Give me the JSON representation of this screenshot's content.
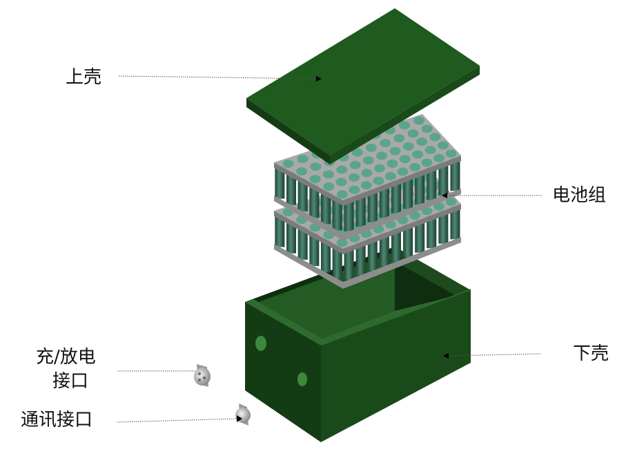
{
  "labels": {
    "upper_shell": "上壳",
    "battery_pack": "电池组",
    "lower_shell": "下壳",
    "charge_port_line1": "充/放电",
    "charge_port_line2": "接口",
    "comm_port": "通讯接口"
  },
  "colors": {
    "shell_green": "#1d4f1d",
    "shell_top": "#2a6a2a",
    "plate_gray": "#a9a9a9",
    "cell_teal": "#5aa58a",
    "cell_dark": "#2f5f50"
  }
}
